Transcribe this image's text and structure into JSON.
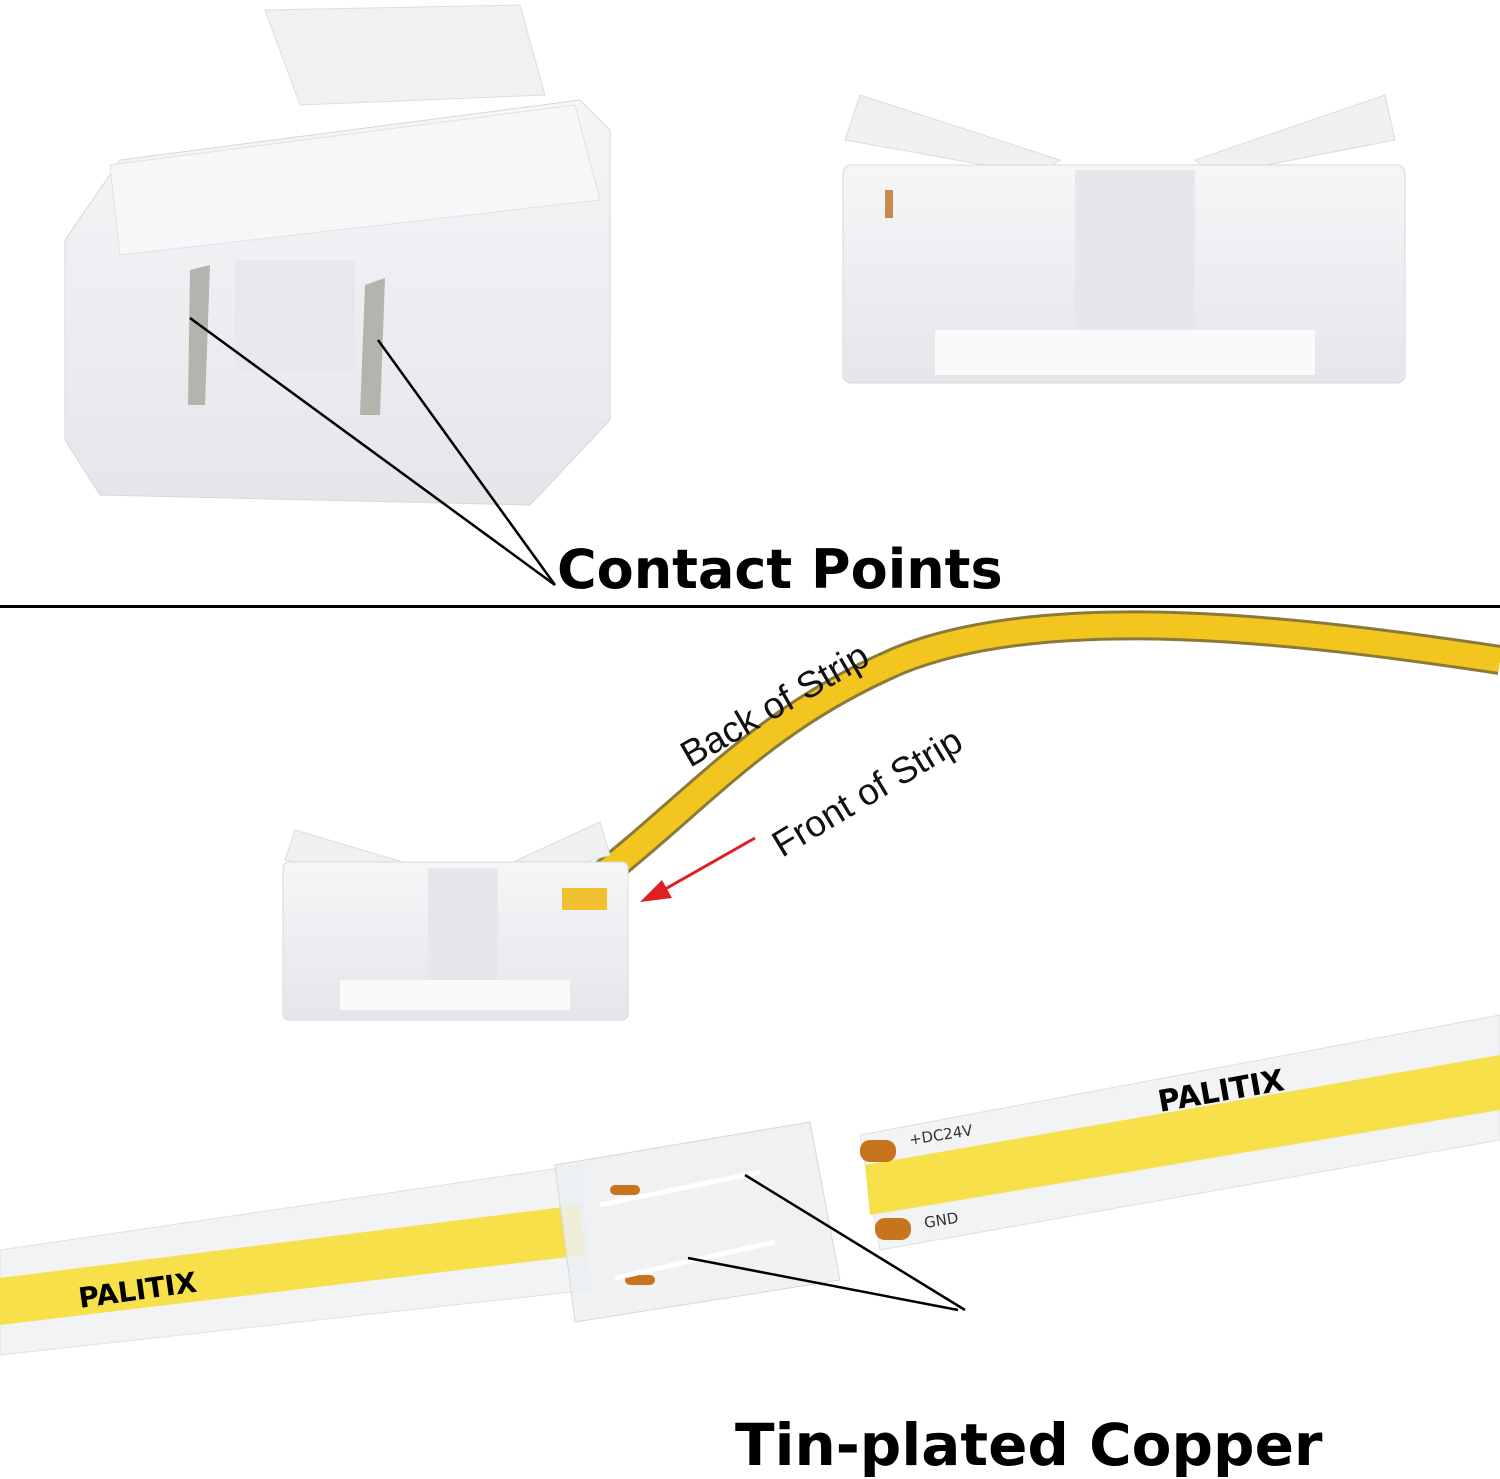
{
  "labels": {
    "contact_points": "Contact Points",
    "back_of_strip": "Back of Strip",
    "front_of_strip": "Front of Strip",
    "tin_plated_copper": "Tin-plated Copper"
  },
  "strip": {
    "brand": "PALITIX",
    "positive": "+DC24V",
    "ground": "GND"
  },
  "colors": {
    "strip_yellow": "#f7e04a",
    "copper_pad": "#c8731e",
    "arrow": "#e02020"
  }
}
